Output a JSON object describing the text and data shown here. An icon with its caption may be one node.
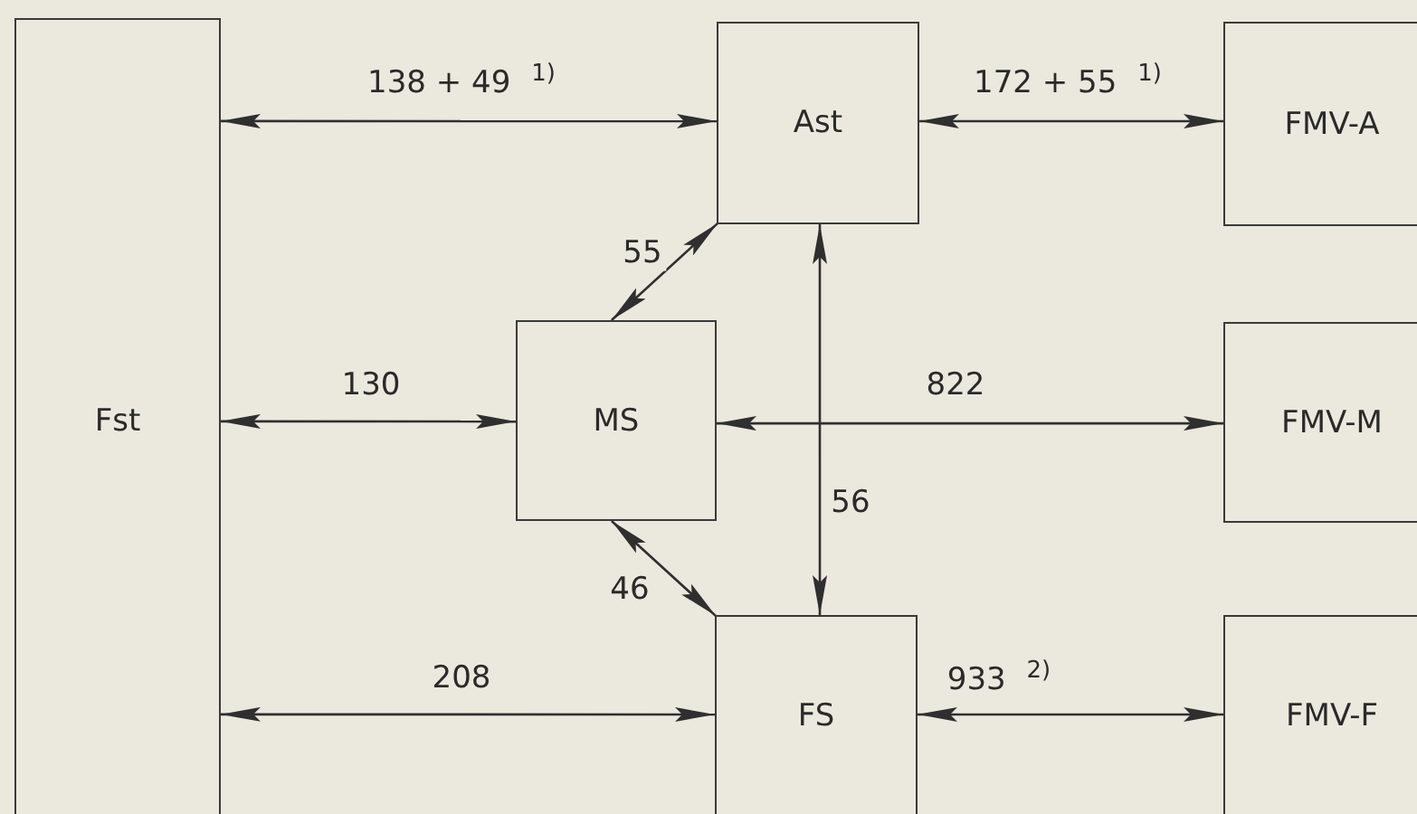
{
  "diagram": {
    "nodes": [
      {
        "text": [
          "Fst"
        ]
      },
      {
        "text": [
          "Ast"
        ]
      },
      {
        "text": [
          "FMV-A"
        ]
      },
      {
        "text": [
          "MS"
        ]
      },
      {
        "text": [
          "FMV-M"
        ]
      },
      {
        "text": [
          "FS"
        ]
      },
      {
        "text": [
          "FMV-F"
        ]
      }
    ],
    "edges": [
      {
        "from": 0,
        "to": 1,
        "arrow": "both",
        "label": "138 + 49 $^{1)}$"
      },
      {
        "from": 1,
        "to": 2,
        "arrow": "both",
        "label": "172 + 55 $^{1)}$"
      },
      {
        "from": 3,
        "to": 1,
        "arrow": "both",
        "label": "55"
      },
      {
        "from": 0,
        "to": 3,
        "arrow": "both",
        "label": "130"
      },
      {
        "from": 3,
        "to": 4,
        "arrow": "both",
        "label": "822"
      },
      {
        "from": 1,
        "to": 5,
        "arrow": "both",
        "label": "56"
      },
      {
        "from": 3,
        "to": 5,
        "arrow": "both",
        "label": "46"
      },
      {
        "from": 0,
        "to": 5,
        "arrow": "both",
        "label": "208"
      },
      {
        "from": 5,
        "to": 6,
        "arrow": "both",
        "label": "933 $^{2)}$"
      }
    ]
  }
}
